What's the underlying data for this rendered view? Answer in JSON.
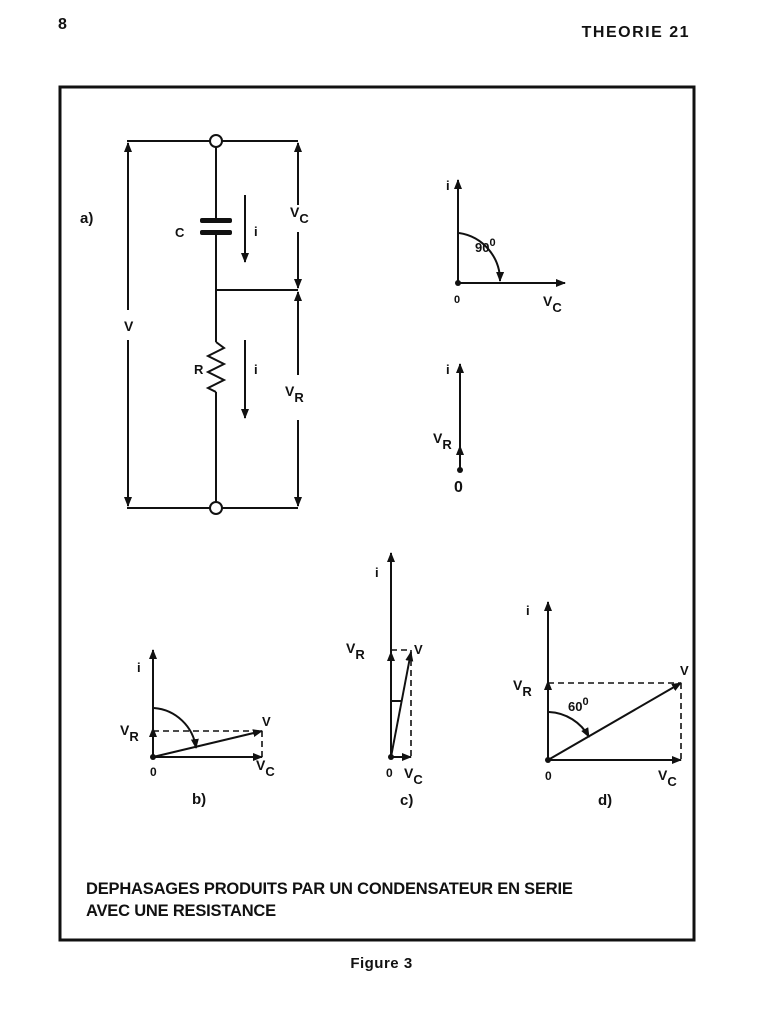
{
  "header": {
    "page_number": "8",
    "section": "THEORIE 21"
  },
  "figure": {
    "panel_a": {
      "label": "a)",
      "capacitor": "C",
      "resistor": "R",
      "current": "i",
      "voltage": "V",
      "vc_main": "V",
      "vc_sub": "C",
      "vr_main": "V",
      "vr_sub": "R"
    },
    "phasor_c": {
      "i": "i",
      "origin": "0",
      "vc_main": "V",
      "vc_sub": "C",
      "angle": "90",
      "angle_sup": "0"
    },
    "phasor_r": {
      "i": "i",
      "origin": "0",
      "vr_main": "V",
      "vr_sub": "R"
    },
    "panel_b": {
      "label": "b)",
      "i": "i",
      "v": "V",
      "origin": "0",
      "vr_main": "V",
      "vr_sub": "R",
      "vc_main": "V",
      "vc_sub": "C"
    },
    "panel_c": {
      "label": "c)",
      "i": "i",
      "v": "V",
      "origin": "0",
      "vr_main": "V",
      "vr_sub": "R",
      "vc_main": "V",
      "vc_sub": "C"
    },
    "panel_d": {
      "label": "d)",
      "i": "i",
      "v": "V",
      "origin": "0",
      "vr_main": "V",
      "vr_sub": "R",
      "vc_main": "V",
      "vc_sub": "C",
      "angle": "60",
      "angle_sup": "0"
    },
    "caption_line1": "DEPHASAGES PRODUITS PAR UN CONDENSATEUR EN SERIE",
    "caption_line2": "AVEC UNE RESISTANCE",
    "title": "Figure 3"
  }
}
